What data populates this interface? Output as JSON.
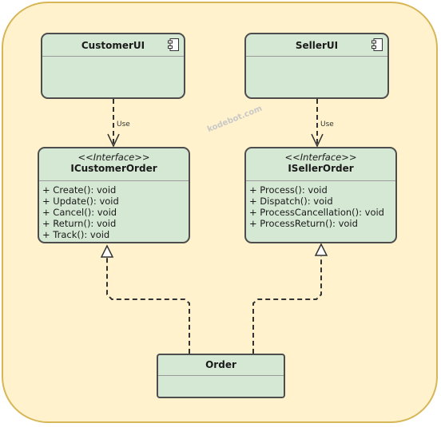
{
  "watermark": "kodebot.com",
  "components": {
    "customer_ui": {
      "name": "CustomerUI",
      "icon": "component-icon"
    },
    "seller_ui": {
      "name": "SellerUI",
      "icon": "component-icon"
    }
  },
  "interfaces": {
    "customer_order": {
      "stereotype": "<<Interface>>",
      "name": "ICustomerOrder",
      "operations": [
        "+ Create(): void",
        "+ Update(): void",
        "+ Cancel(): void",
        "+ Return(): void",
        "+ Track(): void"
      ]
    },
    "seller_order": {
      "stereotype": "<<Interface>>",
      "name": "ISellerOrder",
      "operations": [
        "+ Process(): void",
        "+ Dispatch(): void",
        "+ ProcessCancellation(): void",
        "+ ProcessReturn(): void"
      ]
    }
  },
  "classes": {
    "order": {
      "name": "Order"
    }
  },
  "relations": {
    "customer_use_label": "Use",
    "seller_use_label": "Use"
  },
  "colors": {
    "frame_fill": "#fff2cc",
    "frame_stroke": "#d6b656",
    "box_fill": "#d5e8d4",
    "box_stroke": "#4d4d4d"
  }
}
